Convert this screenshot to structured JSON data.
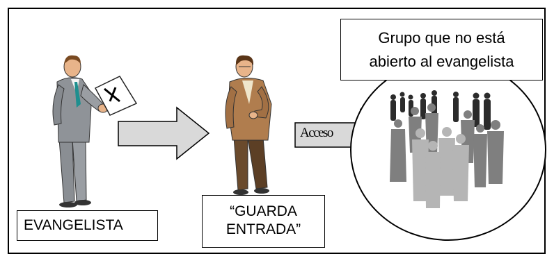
{
  "labels": {
    "evangelist": "EVANGELISTA",
    "gatekeeper_line1": "“GUARDA",
    "gatekeeper_line2": "ENTRADA”",
    "group_line1": "Grupo que no está",
    "group_line2": "abierto al evangelista",
    "access": "Acceso"
  },
  "colors": {
    "arrow_fill": "#d9d9d9",
    "suit_gray": "#8f9398",
    "jacket_brown": "#b07d4e",
    "pants_brown": "#6a4a2c",
    "tie_teal": "#1f8f8f",
    "skin": "#e8b48a"
  },
  "icons": [
    "evangelist-figure",
    "gatekeeper-figure",
    "crowd-silhouettes",
    "cross-icon"
  ]
}
